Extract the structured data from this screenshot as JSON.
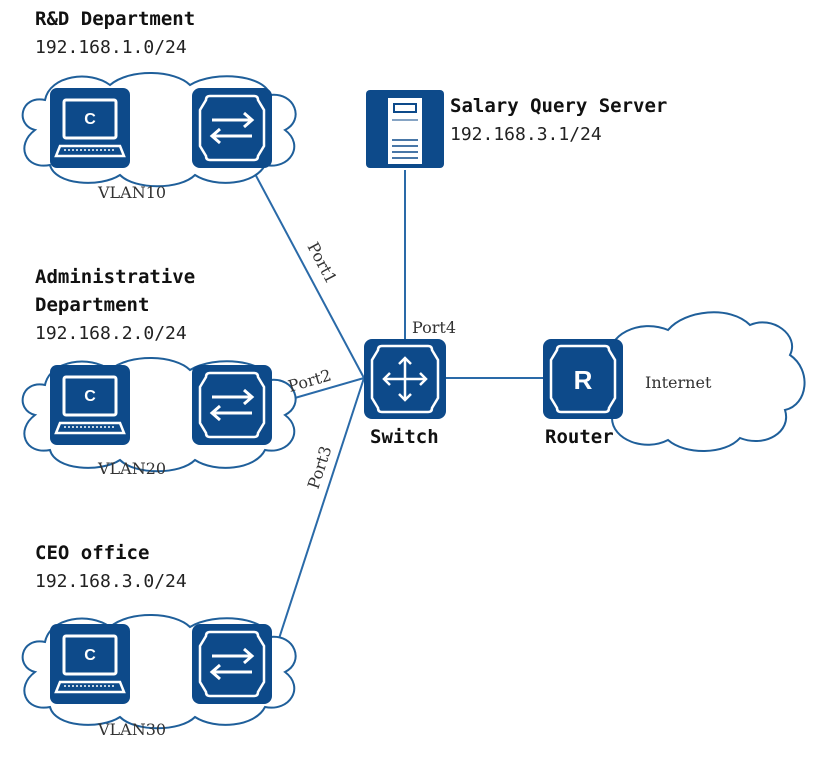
{
  "groups": [
    {
      "name": "R&D Department",
      "subnet": "192.168.1.0/24",
      "vlan": "VLAN10",
      "port": "Port1"
    },
    {
      "name_line1": "Administrative",
      "name_line2": "Department",
      "subnet": "192.168.2.0/24",
      "vlan": "VLAN20",
      "port": "Port2"
    },
    {
      "name": "CEO office",
      "subnet": "192.168.3.0/24",
      "vlan": "VLAN30",
      "port": "Port3"
    }
  ],
  "server": {
    "name": "Salary Query Server",
    "ip": "192.168.3.1/24",
    "port": "Port4"
  },
  "switch": {
    "label": "Switch"
  },
  "router": {
    "label": "Router",
    "icon_letter": "R"
  },
  "internet": {
    "label": "Internet"
  },
  "pc_icon_letter": "C",
  "colors": {
    "device": "#0d4a8a",
    "line": "#2a6aa8",
    "cloud_stroke": "#1f5f9a"
  }
}
